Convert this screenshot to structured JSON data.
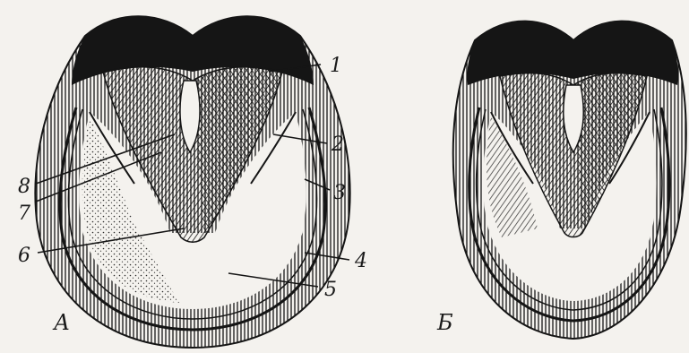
{
  "figure": {
    "panels": [
      {
        "id": "A",
        "caption": "А"
      },
      {
        "id": "B",
        "caption": "Б"
      }
    ],
    "callouts": [
      "1",
      "2",
      "3",
      "4",
      "5",
      "6",
      "7",
      "8"
    ]
  },
  "colors": {
    "ink": "#151515",
    "paper": "#f4f2ee"
  }
}
